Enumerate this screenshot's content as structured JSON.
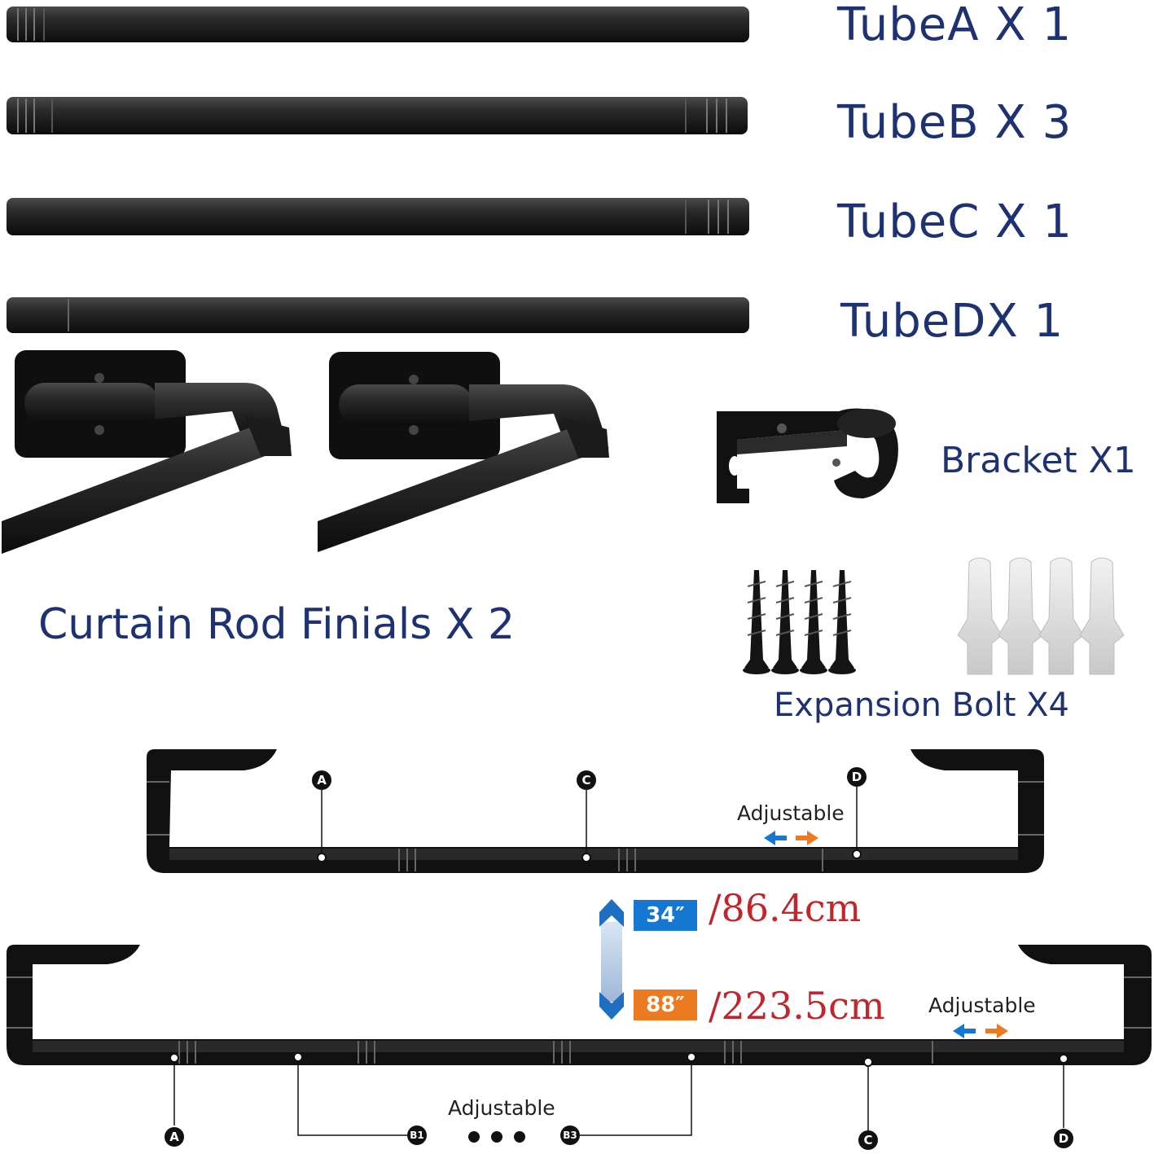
{
  "parts": {
    "tube_a": "TubeA X 1",
    "tube_b": "TubeB X 3",
    "tube_c": "TubeC X 1",
    "tube_d": "TubeDX 1",
    "bracket": "Bracket X1",
    "finials": "Curtain Rod Finials X 2",
    "expansion_bolt": "Expansion Bolt X4"
  },
  "assembly_short": {
    "labels": [
      "A",
      "C",
      "D"
    ],
    "adjustable": "Adjustable"
  },
  "assembly_long": {
    "labels": [
      "A",
      "B1",
      "B3",
      "C",
      "D"
    ],
    "adjustable_right": "Adjustable",
    "adjustable_bottom": "Adjustable"
  },
  "size_range": {
    "min_inch": "34″",
    "min_cm": "/86.4cm",
    "max_inch": "88″",
    "max_cm": "/223.5cm"
  },
  "colors": {
    "label_navy": "#1e3272",
    "rod_black": "#1a1a1a",
    "inch_blue": "#1677d2",
    "inch_orange": "#ec7a21",
    "cm_red": "#c0262b"
  }
}
